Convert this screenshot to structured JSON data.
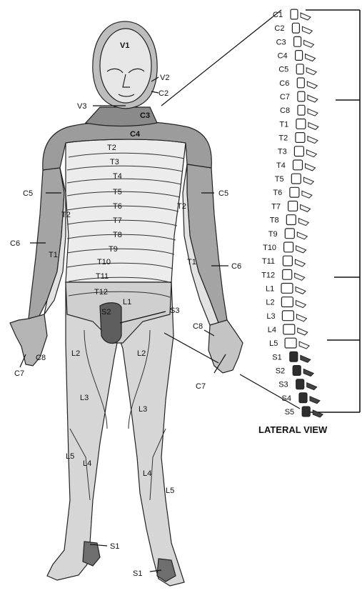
{
  "figure": {
    "caption": "LATERAL VIEW",
    "body_labels": {
      "V1": "V1",
      "V2": "V2",
      "V3": "V3",
      "C2": "C2",
      "C3": "C3",
      "C4": "C4",
      "C5_left": "C5",
      "C5_right": "C5",
      "C6_left": "C6",
      "C6_right": "C6",
      "C7_left": "C7",
      "C7_right": "C7",
      "C8_left": "C8",
      "C8_right": "C8",
      "T1_left": "T1",
      "T1_right": "T1",
      "T2_arm_left": "T2",
      "T2_arm_right": "T2",
      "T2": "T2",
      "T3": "T3",
      "T4": "T4",
      "T5": "T5",
      "T6": "T6",
      "T7": "T7",
      "T8": "T8",
      "T9": "T9",
      "T10": "T10",
      "T11": "T11",
      "T12": "T12",
      "L1": "L1",
      "S2": "S2",
      "S3": "S3",
      "L2_left": "L2",
      "L2_right": "L2",
      "L3_left": "L3",
      "L3_right": "L3",
      "L4_left": "L4",
      "L4_right": "L4",
      "L5_left": "L5",
      "L5_right": "L5",
      "S1_left": "S1",
      "S1_right": "S1"
    },
    "spine_labels": [
      "C1",
      "C2",
      "C3",
      "C4",
      "C5",
      "C6",
      "C7",
      "C8",
      "T1",
      "T2",
      "T3",
      "T4",
      "T5",
      "T6",
      "T7",
      "T8",
      "T9",
      "T10",
      "T11",
      "T12",
      "L1",
      "L2",
      "L3",
      "L4",
      "L5",
      "S1",
      "S2",
      "S3",
      "S4",
      "S5"
    ],
    "colors": {
      "background": "#ffffff",
      "light_region": "#d9d9d9",
      "mid_region": "#a8a8a8",
      "dark_region": "#7a7a7a",
      "sacral_region": "#5a5a5a",
      "outline": "#222222"
    }
  }
}
